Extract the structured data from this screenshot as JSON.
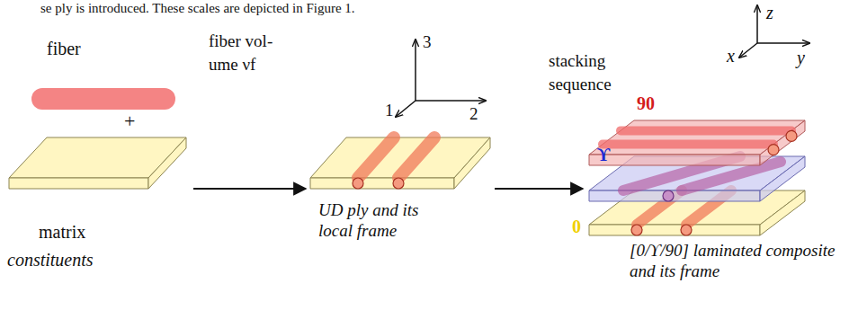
{
  "diagram": {
    "nodes": [
      {
        "text": [
          "fiber"
        ]
      },
      {
        "text": [
          "matrix"
        ]
      },
      {
        "text": [
          "UD ply and its local frame"
        ]
      },
      {
        "text": [
          "[0/ϒ/90] laminated composite and its frame"
        ]
      }
    ],
    "edges": [
      {
        "from": 1,
        "to": 2,
        "arrow": "to",
        "label": "fiber vol- ume νf"
      },
      {
        "from": 2,
        "to": 3,
        "arrow": "to",
        "label": "stacking sequence"
      }
    ],
    "labels": [
      "se ply is introduced. These scales are depicted in Figure 1.",
      "+",
      "constituents",
      "3",
      "1",
      "2",
      "z",
      "x",
      "y",
      "90",
      "ϒ",
      "0"
    ]
  }
}
